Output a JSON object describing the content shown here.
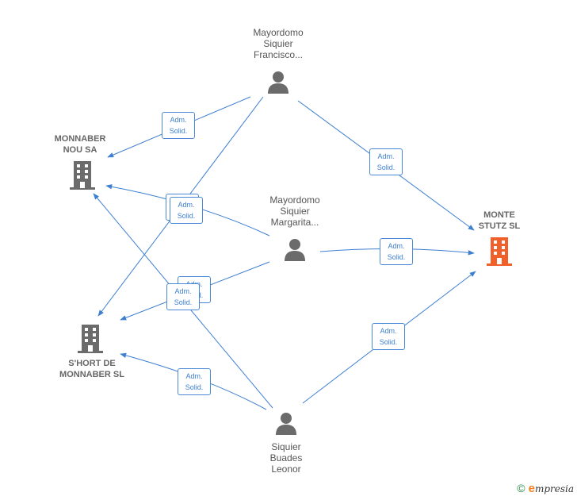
{
  "nodes": {
    "francisco": {
      "label": "Mayordomo\nSiquier\nFrancisco...",
      "type": "person"
    },
    "margarita": {
      "label": "Mayordomo\nSiquier\nMargarita...",
      "type": "person"
    },
    "leonor": {
      "label": "Siquier\nBuades\nLeonor",
      "type": "person"
    },
    "monnaber": {
      "label": "MONNABER\nNOU SA",
      "type": "company"
    },
    "short": {
      "label": "S'HORT DE\nMONNABER SL",
      "type": "company"
    },
    "monte": {
      "label": "MONTE\nSTUTZ SL",
      "type": "company-focus"
    }
  },
  "edge_label": "Adm.\nSolid.",
  "edges": [
    {
      "from": "francisco",
      "to": "monnaber",
      "label": "Adm.\nSolid."
    },
    {
      "from": "francisco",
      "to": "short",
      "label": "Adm.\nSolid."
    },
    {
      "from": "francisco",
      "to": "monte",
      "label": "Adm.\nSolid."
    },
    {
      "from": "margarita",
      "to": "monnaber",
      "label": "Adm.\nSolid."
    },
    {
      "from": "margarita",
      "to": "short",
      "label": "Adm.\nSolid."
    },
    {
      "from": "margarita",
      "to": "monte",
      "label": "Adm.\nSolid."
    },
    {
      "from": "leonor",
      "to": "monnaber",
      "label": "Adm.\nSolid."
    },
    {
      "from": "leonor",
      "to": "short",
      "label": "Adm.\nSolid."
    },
    {
      "from": "leonor",
      "to": "monte",
      "label": "Adm.\nSolid."
    }
  ],
  "colors": {
    "edge": "#3d7fd1",
    "person": "#6b6b6b",
    "company": "#6b6b6b",
    "focus": "#f0602a"
  },
  "footer": {
    "copyright": "©",
    "brand_initial": "e",
    "brand_rest": "mpresia"
  }
}
